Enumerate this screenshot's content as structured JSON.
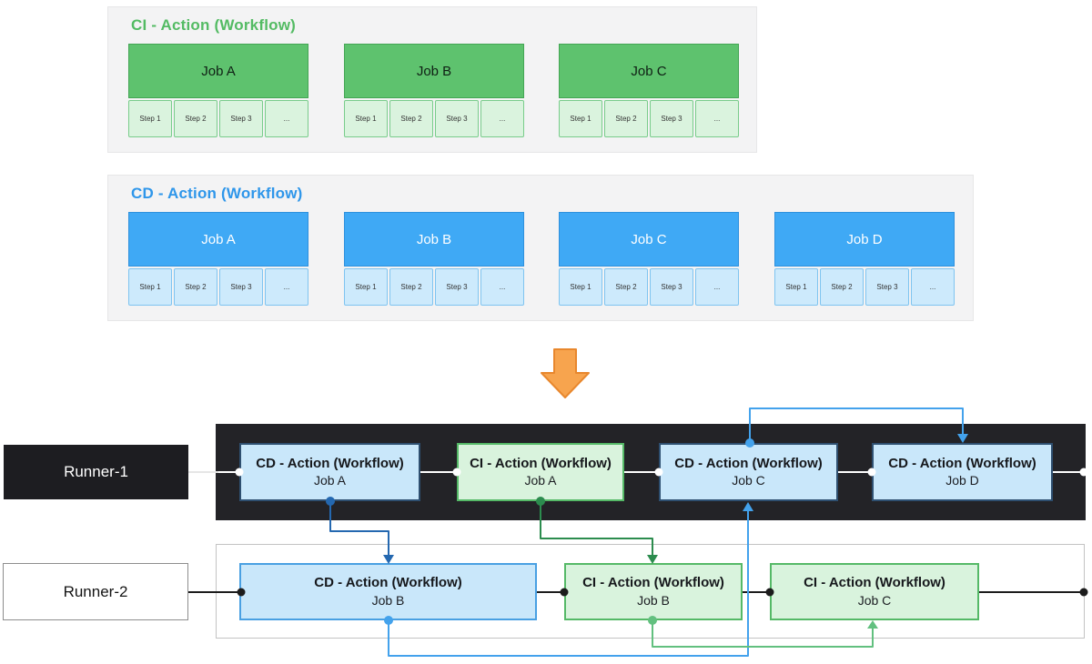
{
  "workflow_panels": [
    {
      "title": "CI - Action (Workflow)",
      "jobs": [
        {
          "name": "Job A",
          "steps": [
            "Step 1",
            "Step 2",
            "Step 3",
            "..."
          ]
        },
        {
          "name": "Job B",
          "steps": [
            "Step 1",
            "Step 2",
            "Step 3",
            "..."
          ]
        },
        {
          "name": "Job C",
          "steps": [
            "Step 1",
            "Step 2",
            "Step 3",
            "..."
          ]
        }
      ]
    },
    {
      "title": "CD - Action (Workflow)",
      "jobs": [
        {
          "name": "Job A",
          "steps": [
            "Step 1",
            "Step 2",
            "Step 3",
            "..."
          ]
        },
        {
          "name": "Job B",
          "steps": [
            "Step 1",
            "Step 2",
            "Step 3",
            "..."
          ]
        },
        {
          "name": "Job C",
          "steps": [
            "Step 1",
            "Step 2",
            "Step 3",
            "..."
          ]
        },
        {
          "name": "Job D",
          "steps": [
            "Step 1",
            "Step 2",
            "Step 3",
            "..."
          ]
        }
      ]
    }
  ],
  "runners": [
    {
      "label": "Runner-1",
      "scheduled_jobs": [
        {
          "workflow": "CD - Action (Workflow)",
          "job": "Job A"
        },
        {
          "workflow": "CI - Action (Workflow)",
          "job": "Job A"
        },
        {
          "workflow": "CD - Action (Workflow)",
          "job": "Job C"
        },
        {
          "workflow": "CD - Action (Workflow)",
          "job": "Job D"
        }
      ]
    },
    {
      "label": "Runner-2",
      "scheduled_jobs": [
        {
          "workflow": "CD - Action (Workflow)",
          "job": "Job B"
        },
        {
          "workflow": "CI - Action (Workflow)",
          "job": "Job B"
        },
        {
          "workflow": "CI - Action (Workflow)",
          "job": "Job C"
        }
      ]
    }
  ],
  "colors": {
    "ci_accent": "#53bb63",
    "cd_accent": "#2e96ea",
    "ci_job_header": "#5ec26e",
    "cd_job_header": "#3fa9f5",
    "ci_step_bg": "#daf3de",
    "cd_step_bg": "#cdeafc",
    "ci_light_box": "#d9f3dd",
    "cd_light_box": "#c9e7fa",
    "runner1_bg": "#1d1d21",
    "lane1_bg": "#232327",
    "arrow_orange": "#f7a44e",
    "dep_cd_cross_runner": "#2468b0",
    "dep_ci_cross_runner": "#2c8c4e",
    "dep_cd_same_runner": "#43a2ec",
    "dep_ci_same_runner": "#62c07f"
  }
}
